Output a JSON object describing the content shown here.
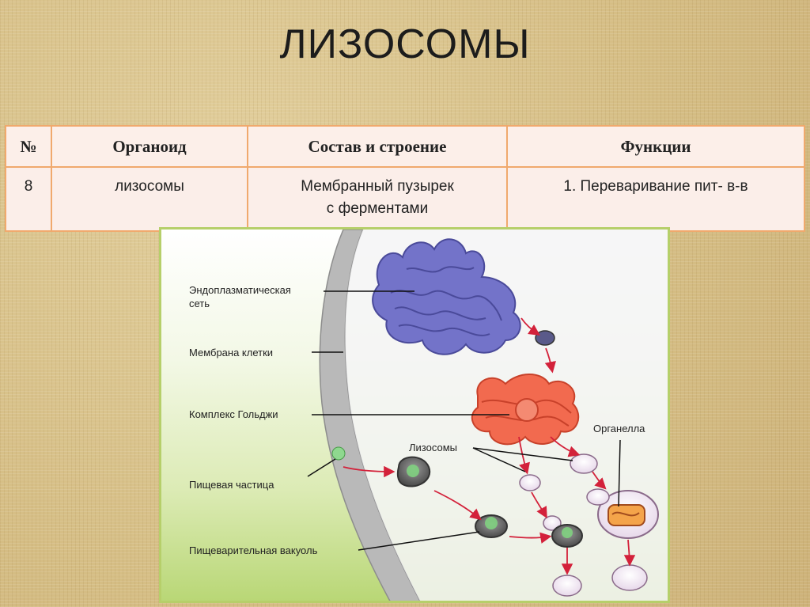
{
  "title": "ЛИЗОСОМЫ",
  "table": {
    "headers": [
      "№",
      "Органоид",
      "Состав и строение",
      "Функции"
    ],
    "row": {
      "num": "8",
      "organoid": "лизосомы",
      "composition_line1": "Мембранный пузырек",
      "composition_line2": "с ферментами",
      "function": "1. Переваривание пит- в-в"
    }
  },
  "diagram": {
    "labels": {
      "er_line1": "Эндоплазматическая",
      "er_line2": "сеть",
      "membrane": "Мембрана клетки",
      "golgi": "Комплекс Гольджи",
      "lysosomes": "Лизосомы",
      "organelle": "Органелла",
      "food_particle": "Пищевая частица",
      "digestive_vacuole": "Пищеварительная вакуоль"
    },
    "colors": {
      "er": "#6f6fc4",
      "golgi": "#f26a4f",
      "membrane": "#8d8d8d",
      "arrow": "#d3213a"
    }
  }
}
